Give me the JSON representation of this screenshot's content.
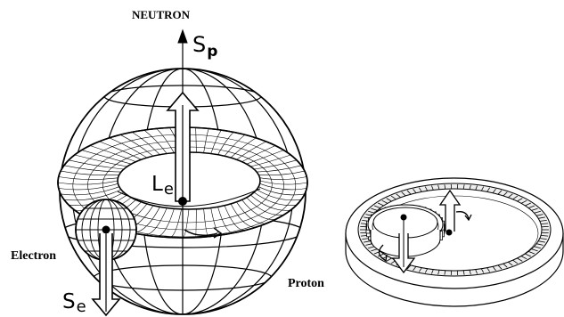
{
  "labels": {
    "neutron": "NEUTRON",
    "sp_main": "S",
    "sp_sub": "p",
    "le_main": "L",
    "le_sub": "e",
    "se_main": "S",
    "se_sub": "e",
    "electron": "Electron",
    "proton": "Proton"
  },
  "colors": {
    "ink": "#000000",
    "paper": "#ffffff",
    "shade": "#dcdcdc"
  }
}
